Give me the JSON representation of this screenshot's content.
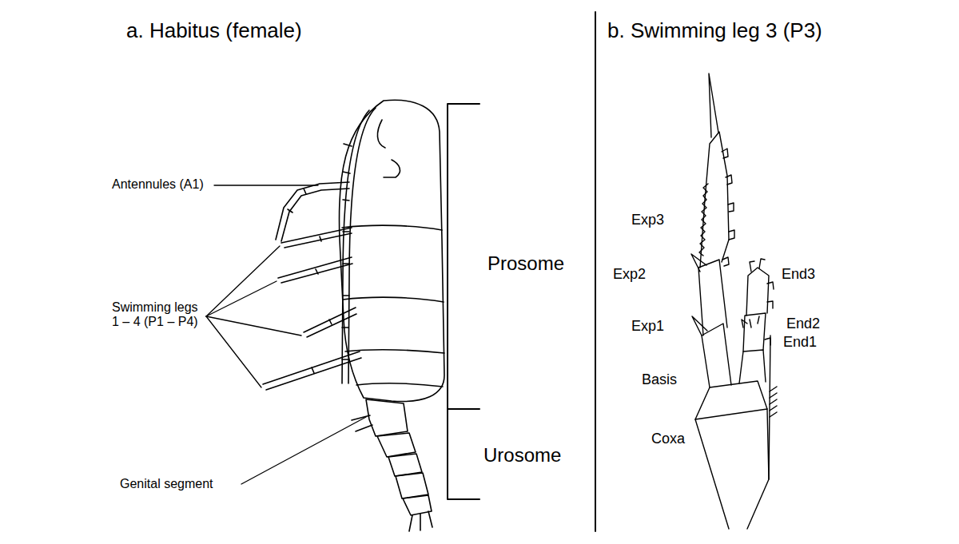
{
  "diagram": {
    "labels": [
      "a. Habitus (female)",
      "b. Swimming leg 3 (P3)",
      "Antennules (A1)",
      "Swimming legs 1 – 4 (P1 – P4)",
      "Genital segment",
      "Prosome",
      "Urosome",
      "Exp3",
      "Exp2",
      "Exp1",
      "Basis",
      "Coxa",
      "End3",
      "End2",
      "End1"
    ]
  }
}
